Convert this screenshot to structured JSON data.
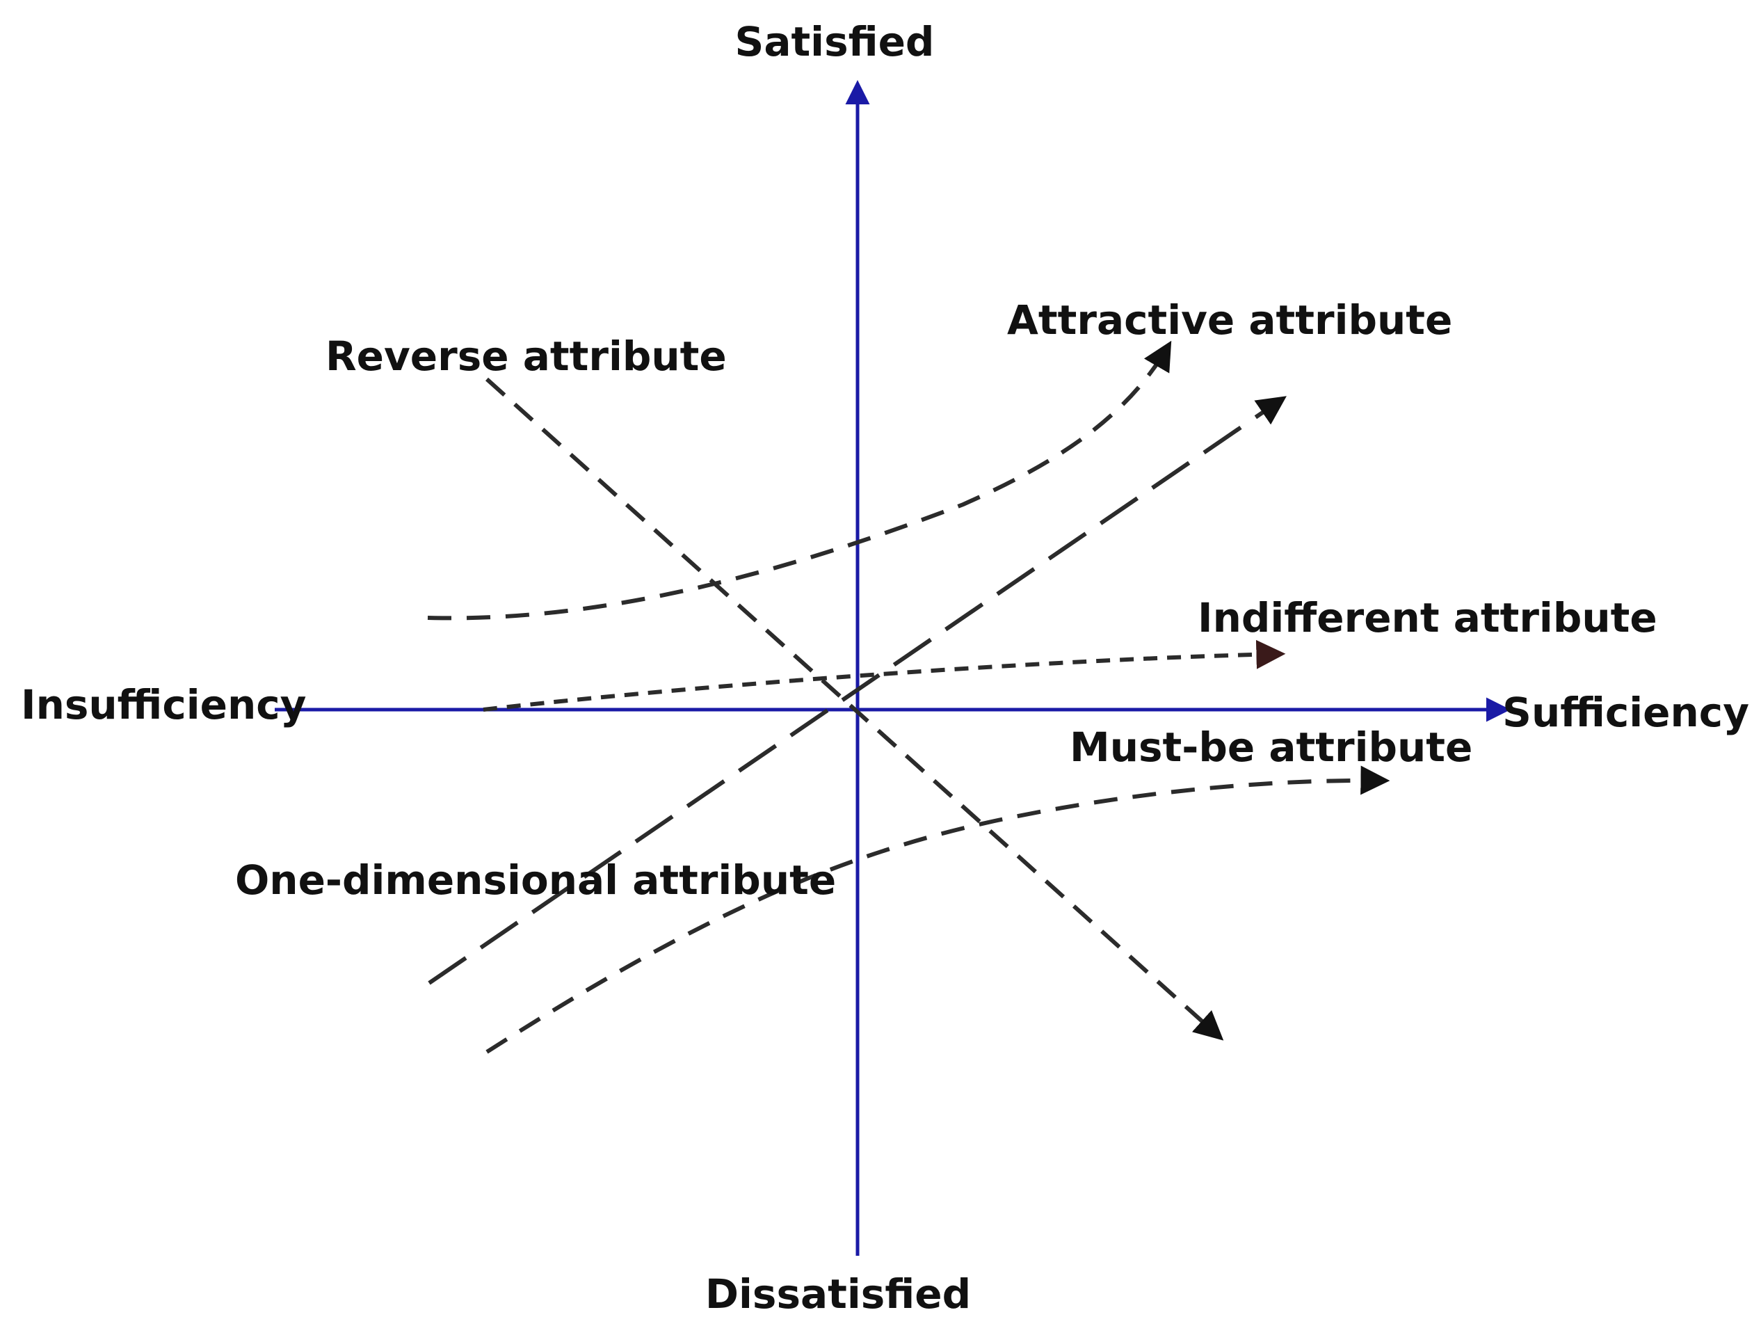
{
  "axes": {
    "satisfied_label": "Satisfied",
    "dissatisfied_label": "Dissatisfied",
    "insufficiency_label": "Insufficiency",
    "sufficiency_label": "Sufficiency",
    "axis_color": "#1a1aa6"
  },
  "attributes": {
    "attractive": "Attractive attribute",
    "reverse": "Reverse attribute",
    "indifferent": "Indifferent attribute",
    "must_be": "Must-be attribute",
    "one_dimensional": "One-dimensional attribute"
  },
  "colors": {
    "curve": "#2b2b2b",
    "arrowhead": "#111111",
    "indifferent_arrowhead": "#3a1a1a",
    "text": "#111111",
    "background": "#ffffff"
  }
}
